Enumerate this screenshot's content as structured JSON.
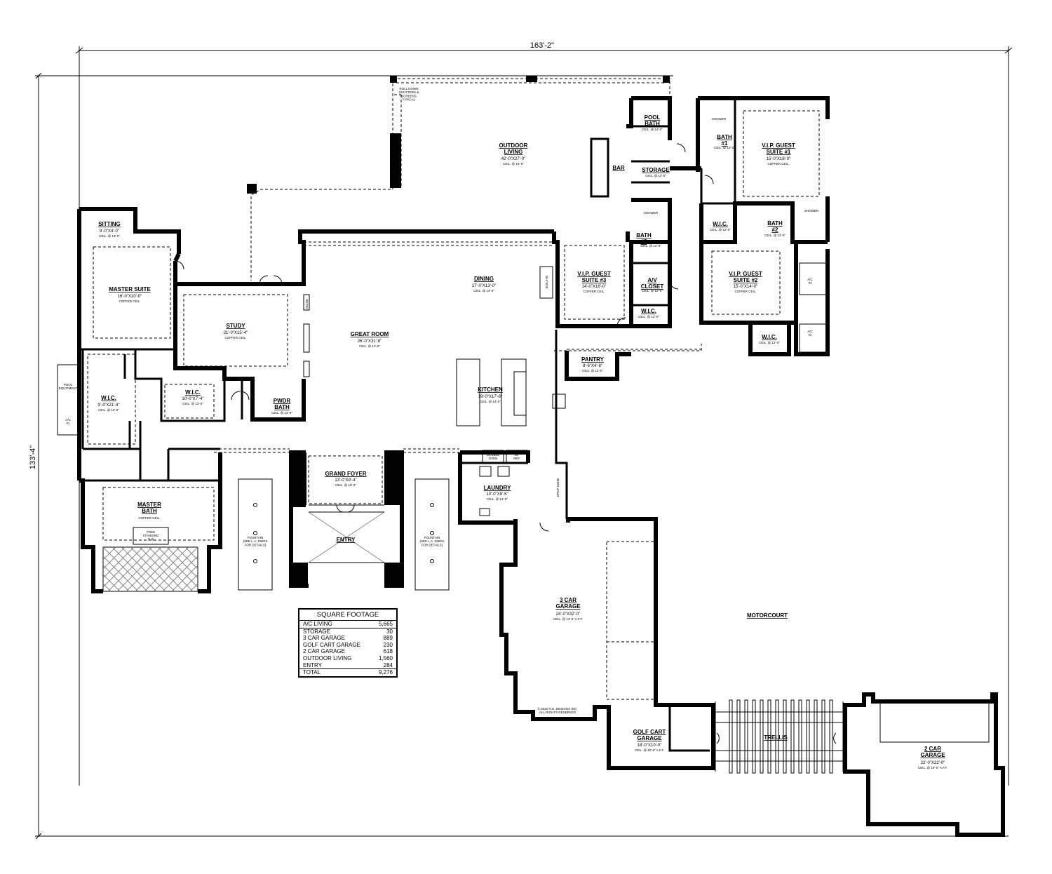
{
  "dimensions": {
    "width_label": "163'-2\"",
    "depth_label": "133'-4\""
  },
  "rooms": [
    {
      "id": "outdoor-living",
      "name": "OUTDOOR\nLIVING",
      "size": "42'-0\"X27'-0\"",
      "ceil": "CEIL. @ 14'-0\""
    },
    {
      "id": "bar",
      "name": "BAR",
      "size": "",
      "ceil": ""
    },
    {
      "id": "pool-bath",
      "name": "POOL\nBATH",
      "size": "",
      "ceil": "CEIL. @ 14'-0\""
    },
    {
      "id": "storage",
      "name": "STORAGE",
      "size": "",
      "ceil": "CEIL. @ 12'-0\""
    },
    {
      "id": "bath-1",
      "name": "BATH\n#1",
      "size": "",
      "ceil": "CEIL. @ 12'-0\""
    },
    {
      "id": "vip-guest-1",
      "name": "V.I.P. GUEST\nSUITE #1",
      "size": "15'-0\"X18'-0\"",
      "ceil": "COFFER CEIL."
    },
    {
      "id": "bath-2",
      "name": "BATH\n#2",
      "size": "",
      "ceil": "CEIL. @ 12'-0\""
    },
    {
      "id": "wic-guest-1",
      "name": "W.I.C.",
      "size": "",
      "ceil": "CEIL. @ 12'-0\""
    },
    {
      "id": "vip-guest-2",
      "name": "V.I.P. GUEST\nSUITE #2",
      "size": "15'-0\"X14'-0\"",
      "ceil": "COFFER CEIL."
    },
    {
      "id": "wic-guest-2",
      "name": "W.I.C.",
      "size": "",
      "ceil": "CEIL. @ 12'-0\""
    },
    {
      "id": "bath-3",
      "name": "BATH\n#3",
      "size": "",
      "ceil": "CEIL. @ 12'-0\""
    },
    {
      "id": "av-closet",
      "name": "A/V\nCLOSET",
      "size": "",
      "ceil": "CEIL. @ 12'-0\""
    },
    {
      "id": "vip-guest-3",
      "name": "V.I.P. GUEST\nSUITE #3",
      "size": "14'-0\"X16'-0\"",
      "ceil": "COFFER CEIL."
    },
    {
      "id": "wic-guest-3",
      "name": "W.I.C.",
      "size": "",
      "ceil": "CEIL. @ 12'-0\""
    },
    {
      "id": "dining",
      "name": "DINING",
      "size": "17'-0\"X13'-0\"",
      "ceil": "CEIL. @ 14'-0\""
    },
    {
      "id": "great-room",
      "name": "GREAT ROOM",
      "size": "26'-0\"X31'-8\"",
      "ceil": "CEIL. @ 14'-0\""
    },
    {
      "id": "kitchen",
      "name": "KITCHEN",
      "size": "19'-0\"X17'-8\"",
      "ceil": "CEIL. @ 14'-0\""
    },
    {
      "id": "pantry",
      "name": "PANTRY",
      "size": "8'-6\"X4'-8\"",
      "ceil": "CEIL. @ 12'-0\""
    },
    {
      "id": "study",
      "name": "STUDY",
      "size": "21'-0\"X15'-4\"",
      "ceil": "COFFER CEIL."
    },
    {
      "id": "sitting",
      "name": "SITTING",
      "size": "9'-0\"X4'-0\"",
      "ceil": "CEIL. @ 13'-0\""
    },
    {
      "id": "master-suite",
      "name": "MASTER SUITE",
      "size": "16'-0\"X20'-0\"",
      "ceil": "COFFER CEIL."
    },
    {
      "id": "wic-master-1",
      "name": "W.I.C.",
      "size": "9'-4\"X21'-4\"",
      "ceil": "CEIL. @ 12'-0\""
    },
    {
      "id": "wic-master-2",
      "name": "W.I.C.",
      "size": "10'-0\"X7'-4\"",
      "ceil": "CEIL. @ 12'-0\""
    },
    {
      "id": "pwdr-bath",
      "name": "PWDR\nBATH",
      "size": "",
      "ceil": "CEIL. @ 12'-0\""
    },
    {
      "id": "master-bath",
      "name": "MASTER\nBATH",
      "size": "",
      "ceil": "COFFER CEIL."
    },
    {
      "id": "grand-foyer",
      "name": "GRAND FOYER",
      "size": "13'-0\"X9'-4\"",
      "ceil": "CEIL. @ 18'-0\""
    },
    {
      "id": "entry",
      "name": "ENTRY",
      "size": "",
      "ceil": ""
    },
    {
      "id": "laundry",
      "name": "LAUNDRY",
      "size": "10'-0\"X9'-5\"",
      "ceil": "CEIL. @ 14'-0\""
    },
    {
      "id": "garage-3",
      "name": "3 CAR\nGARAGE",
      "size": "24'-0\"X32'-0\"",
      "ceil": "CEIL. @ 14'-6\" A.F.F."
    },
    {
      "id": "motorcourt",
      "name": "MOTORCOURT",
      "size": "",
      "ceil": ""
    },
    {
      "id": "golf-cart",
      "name": "GOLF CART\nGARAGE",
      "size": "18'-0\"X10'-0\"",
      "ceil": "CEIL. @ 10'-6\" A.F.F."
    },
    {
      "id": "trellis",
      "name": "TRELLIS",
      "size": "",
      "ceil": ""
    },
    {
      "id": "garage-2",
      "name": "2 CAR\nGARAGE",
      "size": "22'-0\"X22'-0\"",
      "ceil": "CEIL. @ 10'-6\" A.F.F."
    }
  ],
  "notes": {
    "roll_down": "ROLL DOWN\nSHUTTERS &\nSCREENS\nTYPICAL",
    "fountain": "FOUNTAIN\n(SEE L.A. DWGS\nFOR DETAILS)",
    "pool_equipment": "POOL\nEQUIPMENT",
    "copyright": "© 2022 R.G. DESIGNS INC.\nALL RIGHTS RESERVED",
    "ac1": "A/C\n#1",
    "ac2": "A/C\n#2",
    "ac3": "A/C\n#3",
    "shower": "SHOWER",
    "built_in": "BUILT-IN",
    "niche": "NICHE",
    "double_oven": "DOUBLE\nOVEN",
    "ref": "48\"\nREF.",
    "drop_zone": "DROP ZONE",
    "free_tub": "FREE\nSTANDING\nTUB"
  },
  "square_footage": {
    "title": "SQUARE FOOTAGE",
    "rows": [
      {
        "label": "A/C LIVING",
        "value": "5,665"
      },
      {
        "label": "STORAGE",
        "value": "30"
      },
      {
        "label": "3 CAR GARAGE",
        "value": "889"
      },
      {
        "label": "GOLF CART GARAGE",
        "value": "230"
      },
      {
        "label": "2 CAR GARAGE",
        "value": "618"
      },
      {
        "label": "OUTDOOR LIVING",
        "value": "1,560"
      },
      {
        "label": "ENTRY",
        "value": "284"
      }
    ],
    "total": {
      "label": "TOTAL",
      "value": "9,276"
    }
  }
}
